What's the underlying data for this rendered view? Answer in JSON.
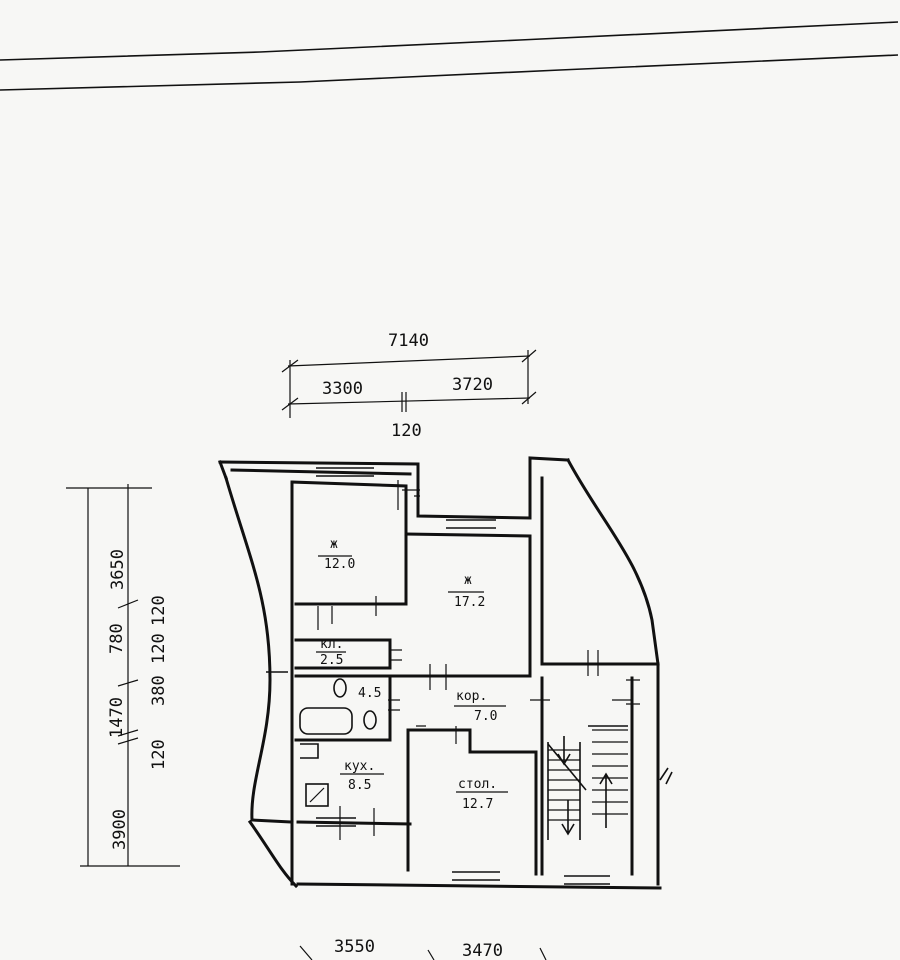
{
  "dimensions": {
    "top_total": "7140",
    "top_left": "3300",
    "top_right": "3720",
    "top_wall": "120",
    "left_top": "3650",
    "left_mid_a": "780",
    "left_mid_b": "1470",
    "left_stack_1": "120",
    "left_stack_2": "120",
    "left_stack_3": "380",
    "left_stack_4": "120",
    "left_bottom": "3900",
    "bottom_left": "3550",
    "bottom_right": "3470"
  },
  "rooms": [
    {
      "code": "ж",
      "area": "12.0"
    },
    {
      "code": "ж",
      "area": "17.2"
    },
    {
      "code": "кл.",
      "area": "2.5"
    },
    {
      "code": "",
      "area": "4.5"
    },
    {
      "code": "кор.",
      "area": "7.0"
    },
    {
      "code": "кух.",
      "area": "8.5"
    },
    {
      "code": "стол.",
      "area": "12.7"
    }
  ]
}
